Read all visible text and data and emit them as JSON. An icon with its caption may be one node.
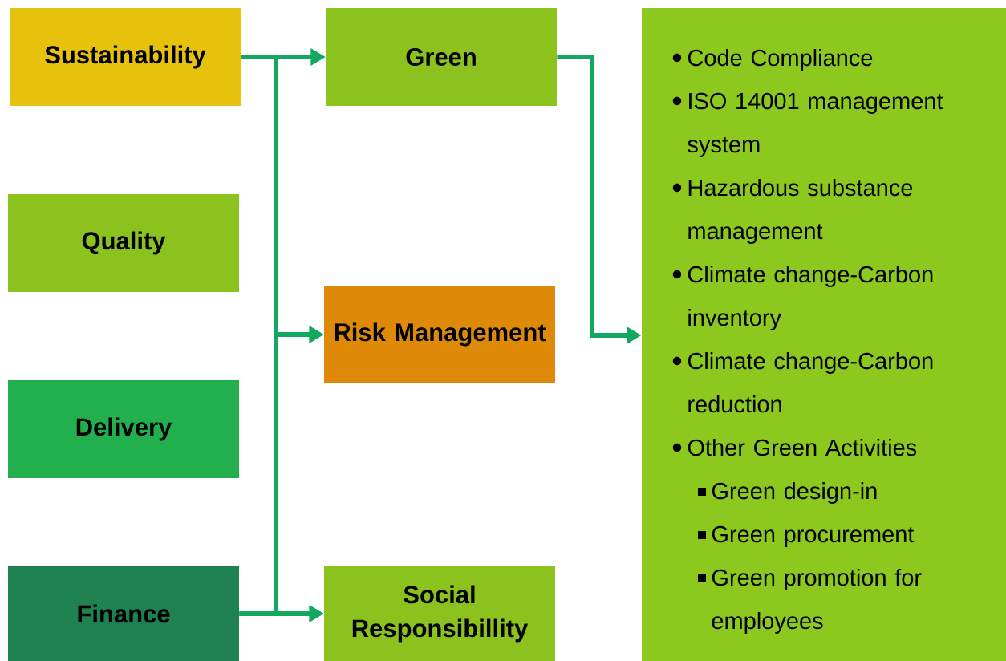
{
  "diagram": {
    "nodes": [
      {
        "text": [
          "Sustainability"
        ]
      },
      {
        "text": [
          "Quality"
        ]
      },
      {
        "text": [
          "Delivery"
        ]
      },
      {
        "text": [
          "Finance"
        ]
      },
      {
        "text": [
          "Green"
        ]
      },
      {
        "text": [
          "Risk Management"
        ]
      },
      {
        "text": [
          "Social Responsibillity"
        ]
      },
      {
        "text": [
          "Code Compliance",
          "ISO 14001 management system",
          "Hazardous substance management",
          "Climate change-Carbon inventory",
          "Climate change-Carbon reduction",
          "Other Green Activities",
          "Green design-in",
          "Green procurement",
          "Green promotion for employees"
        ]
      }
    ],
    "edges": [
      {
        "from": 0,
        "to": 4,
        "arrow": "to"
      },
      {
        "from": 0,
        "to": 5,
        "arrow": "to"
      },
      {
        "from": 0,
        "to": 6,
        "arrow": "to"
      },
      {
        "from": 3,
        "to": 4,
        "arrow": "to"
      },
      {
        "from": 3,
        "to": 5,
        "arrow": "to"
      },
      {
        "from": 3,
        "to": 6,
        "arrow": "to"
      },
      {
        "from": 4,
        "to": 7,
        "arrow": "to"
      }
    ]
  }
}
